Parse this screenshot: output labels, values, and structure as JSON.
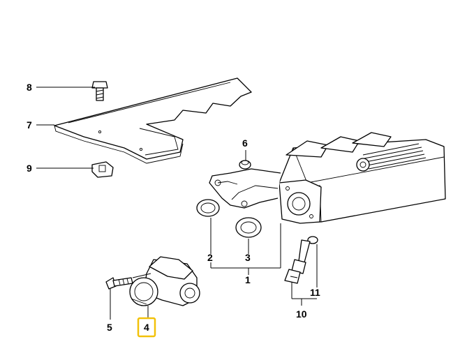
{
  "diagram": {
    "callouts": [
      {
        "id": "8",
        "label": "8"
      },
      {
        "id": "7",
        "label": "7"
      },
      {
        "id": "9",
        "label": "9"
      },
      {
        "id": "6",
        "label": "6"
      },
      {
        "id": "2",
        "label": "2"
      },
      {
        "id": "3",
        "label": "3"
      },
      {
        "id": "1",
        "label": "1"
      },
      {
        "id": "5",
        "label": "5"
      },
      {
        "id": "4",
        "label": "4"
      },
      {
        "id": "11",
        "label": "11"
      },
      {
        "id": "10",
        "label": "10"
      }
    ],
    "highlighted_callout": "4",
    "highlight_color": "#f2c10a"
  }
}
